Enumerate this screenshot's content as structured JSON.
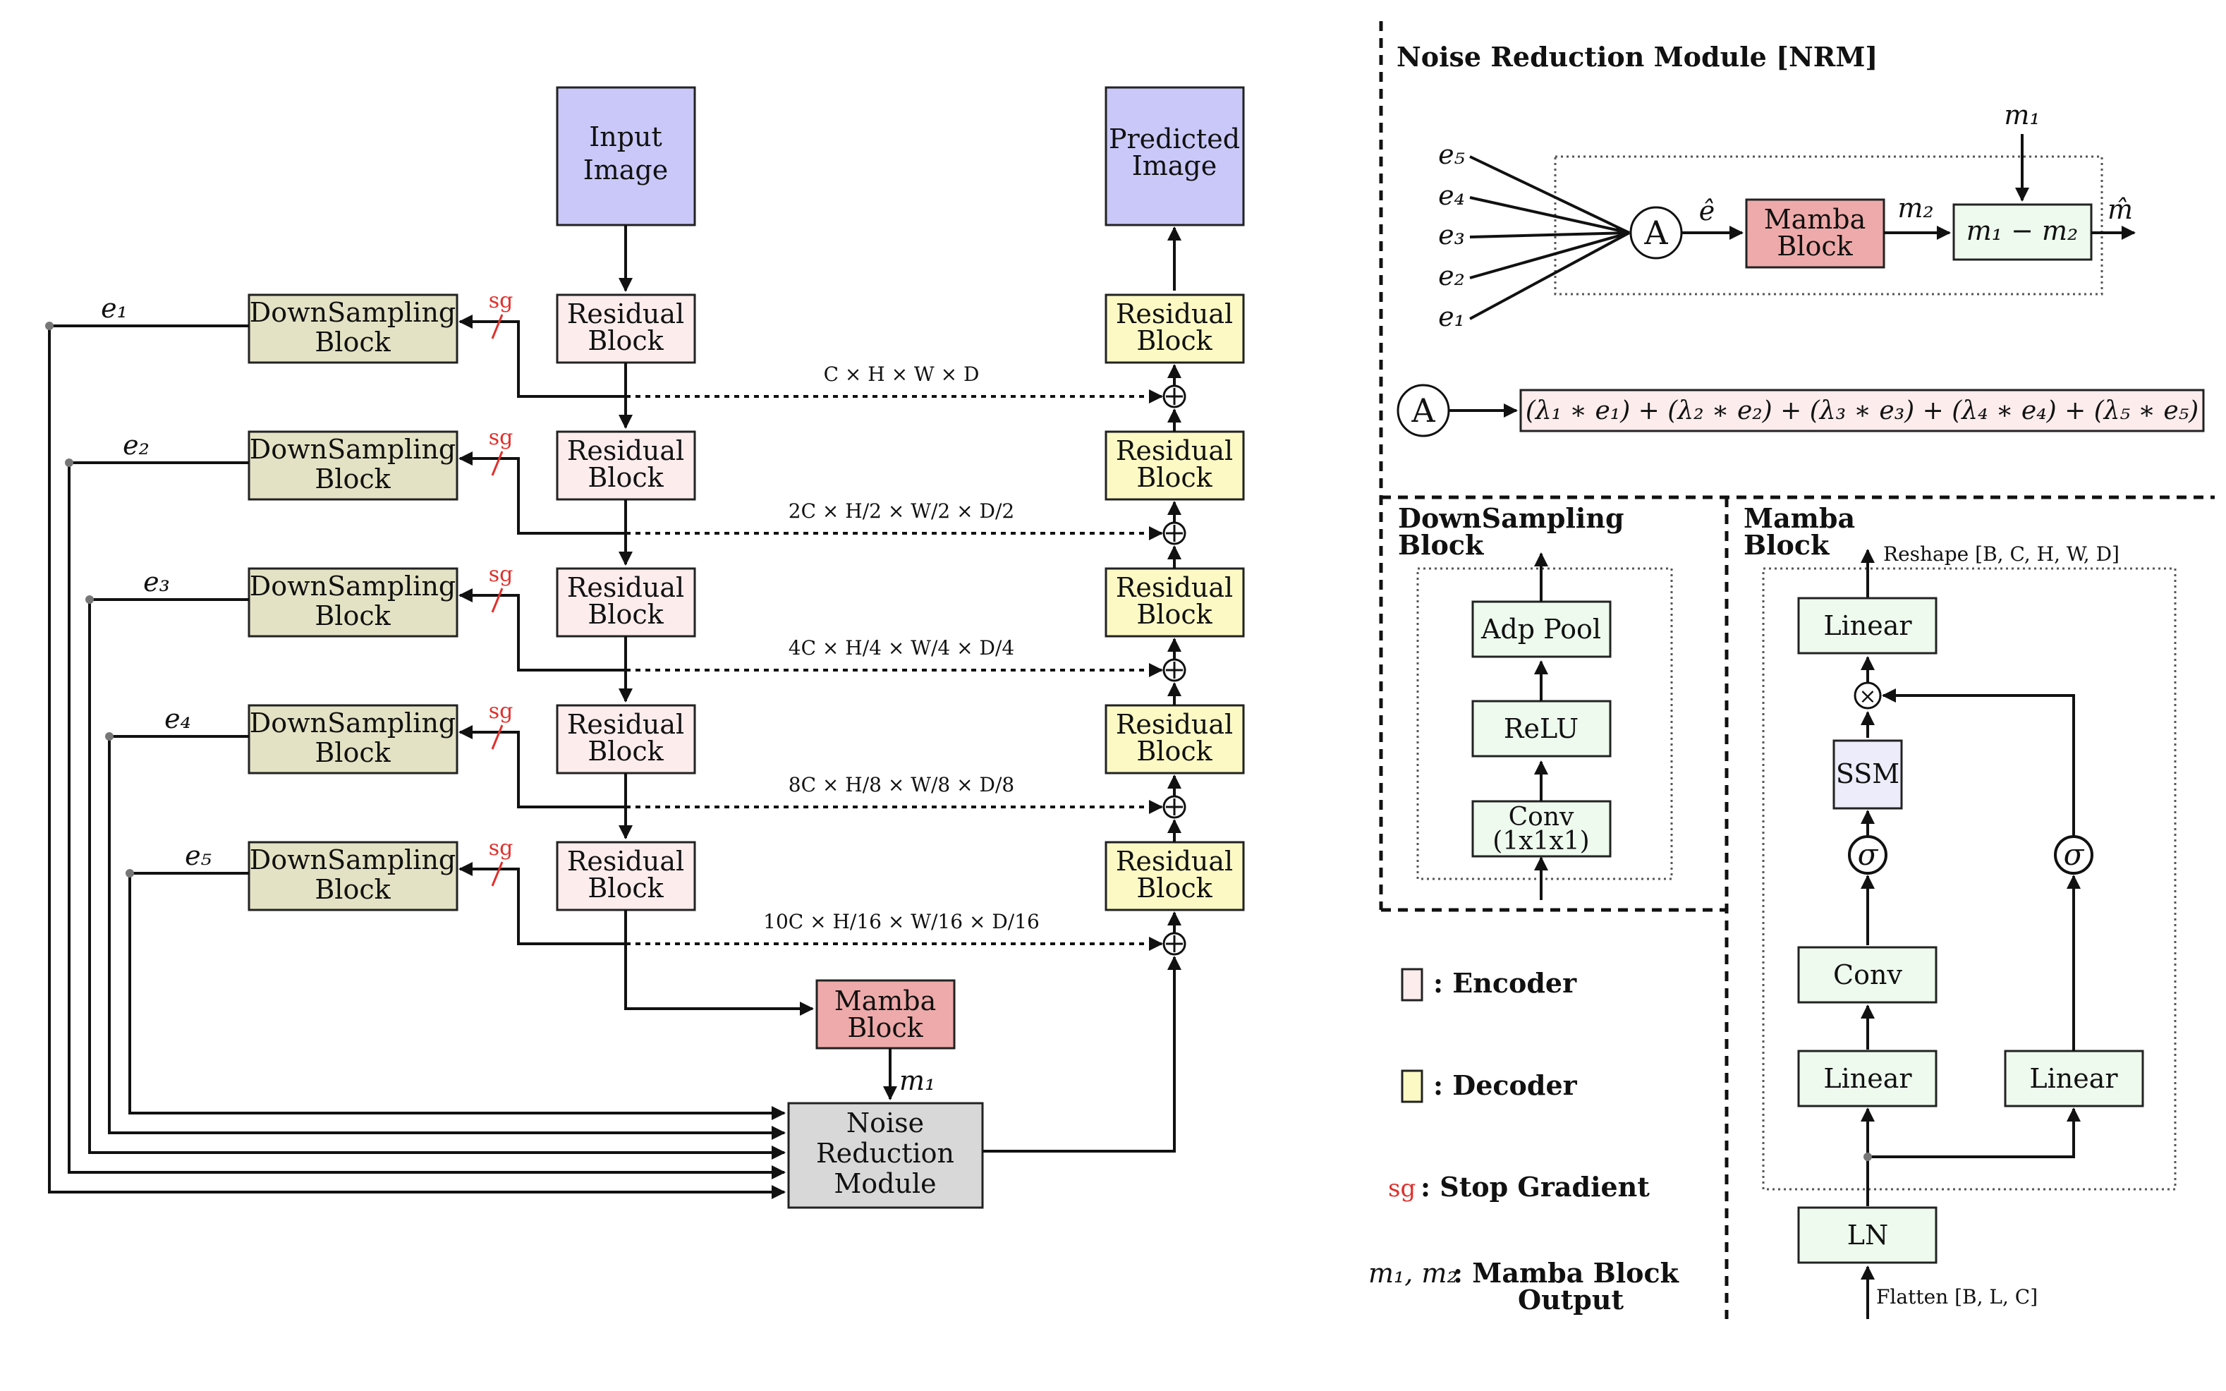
{
  "left": {
    "input_image": [
      "Input",
      "Image"
    ],
    "predicted_image": [
      "Predicted",
      "Image"
    ],
    "residual_block": [
      "Residual",
      "Block"
    ],
    "downsampling_block": [
      "DownSampling",
      "Block"
    ],
    "mamba_block": [
      "Mamba",
      "Block"
    ],
    "nrm_box": [
      "Noise",
      "Reduction",
      "Module"
    ],
    "sg": "sg",
    "m1": "m₁",
    "e_labels": [
      "e₁",
      "e₂",
      "e₃",
      "e₄",
      "e₅"
    ],
    "dims": [
      "C × H × W × D",
      "2C × H/2 × W/2 × D/2",
      "4C × H/4 × W/4 × D/4",
      "8C × H/8 × W/8 × D/8",
      "10C × H/16 × W/16 × D/16"
    ]
  },
  "nrm": {
    "title": "Noise Reduction Module [NRM]",
    "inputs": [
      "e₅",
      "e₄",
      "e₃",
      "e₂",
      "e₁"
    ],
    "a_symbol": "A",
    "e_hat": "ê",
    "mamba_block": [
      "Mamba",
      "Block"
    ],
    "m1": "m₁",
    "m2": "m₂",
    "subtract": "m₁ − m₂",
    "m_hat": "m̂",
    "formula": "(λ₁ ∗ e₁) + (λ₂ ∗ e₂) + (λ₃ ∗ e₃) + (λ₄ ∗ e₄) + (λ₅ ∗ e₅)"
  },
  "downsampling_detail": {
    "title": [
      "DownSampling",
      "Block"
    ],
    "adp_pool": "Adp Pool",
    "relu": "ReLU",
    "conv": [
      "Conv",
      "(1x1x1)"
    ]
  },
  "mamba_detail": {
    "title": [
      "Mamba",
      "Block"
    ],
    "reshape": "Reshape [B, C, H, W, D]",
    "linear": "Linear",
    "ssm": "SSM",
    "conv": "Conv",
    "ln": "LN",
    "sigma": "σ",
    "times": "×",
    "flatten": "Flatten [B, L, C]"
  },
  "legend": {
    "encoder": ": Encoder",
    "decoder": ": Decoder",
    "sg": "sg",
    "stop_gradient": ": Stop Gradient",
    "m_label": "m₁, m₂",
    "mamba_output": [
      ": Mamba Block",
      "Output"
    ]
  },
  "colors": {
    "image_box": "#c9c8f8",
    "encoder": "#fcecec",
    "decoder": "#fcf9c4",
    "downsampling": "#e3e2c4",
    "mamba": "#eeaaaa",
    "nrm_box": "#d8d8d8",
    "mamba_panel": "#f6cccc",
    "light_green": "#eefaee",
    "ssm": "#ececfa",
    "sg": "#e0302c"
  }
}
